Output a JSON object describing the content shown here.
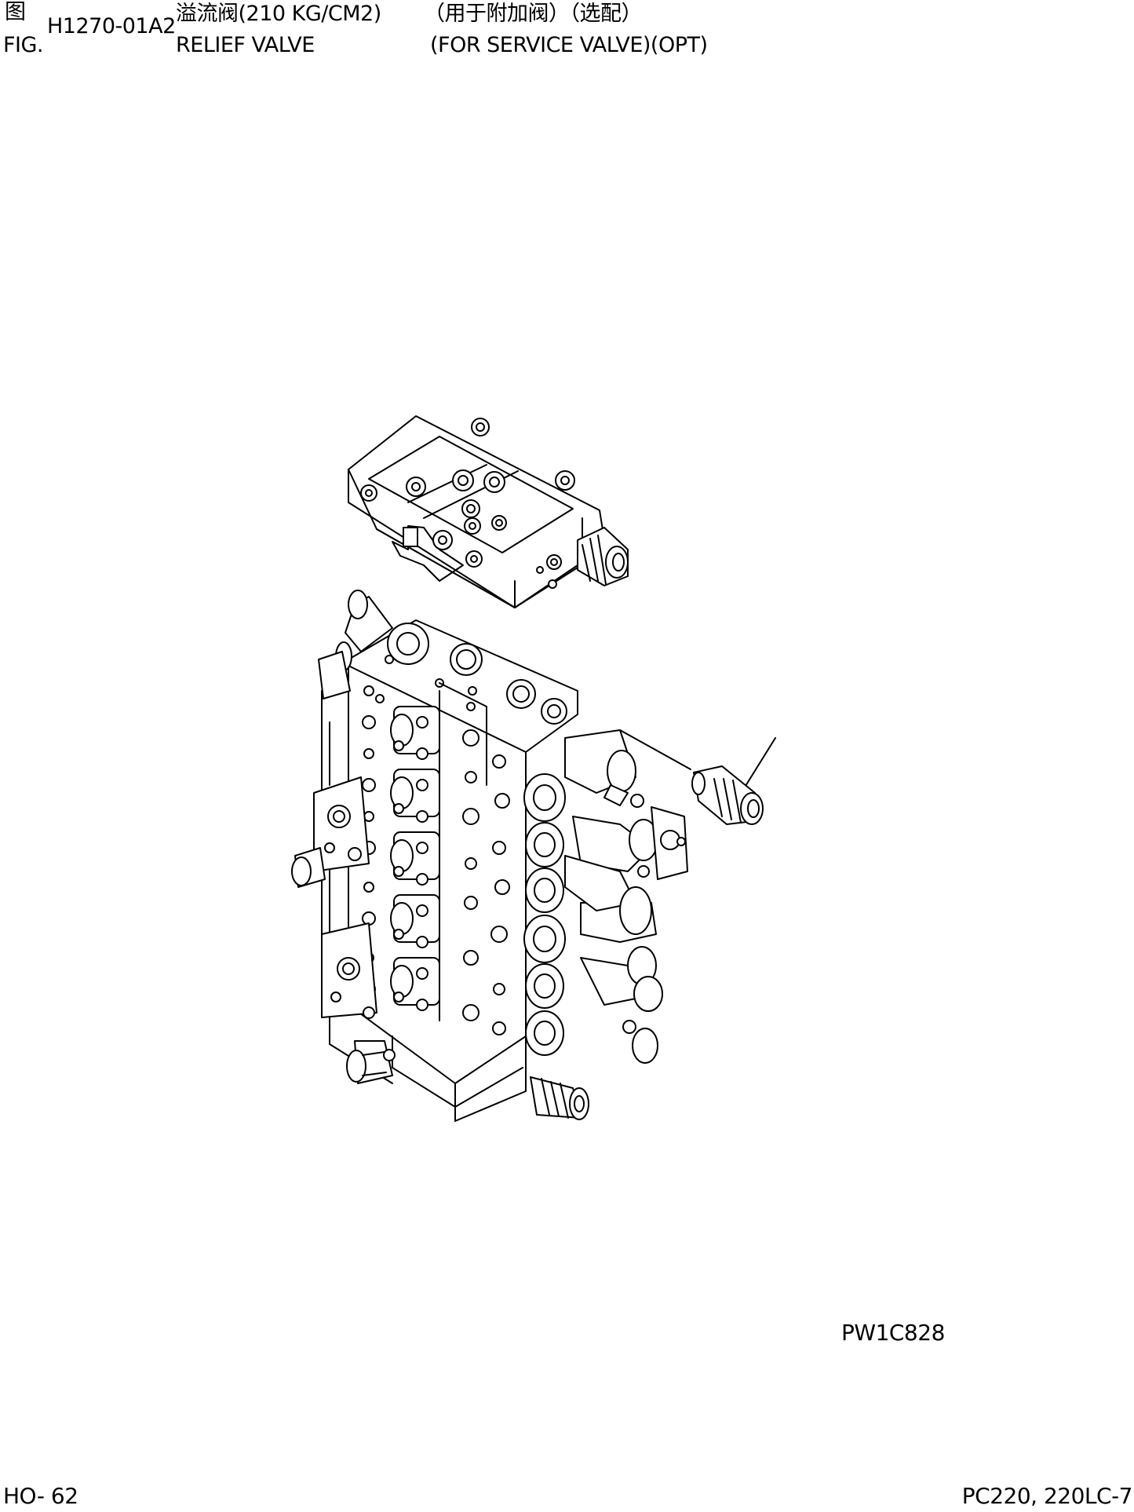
{
  "header": {
    "fig_label_cn": "图",
    "fig_label_en": "FIG.",
    "fig_number": "H1270-01A2",
    "title_cn": "溢流阀(210 KG/CM2)",
    "title_en": "RELIEF VALVE",
    "subtitle_cn": "（用于附加阀）（选配）",
    "subtitle_en": "(FOR SERVICE VALVE)(OPT)"
  },
  "drawing": {
    "illustration_code": "PW1C828"
  },
  "footer": {
    "page_code": "HO- 62",
    "model": "PC220, 220LC-7"
  }
}
